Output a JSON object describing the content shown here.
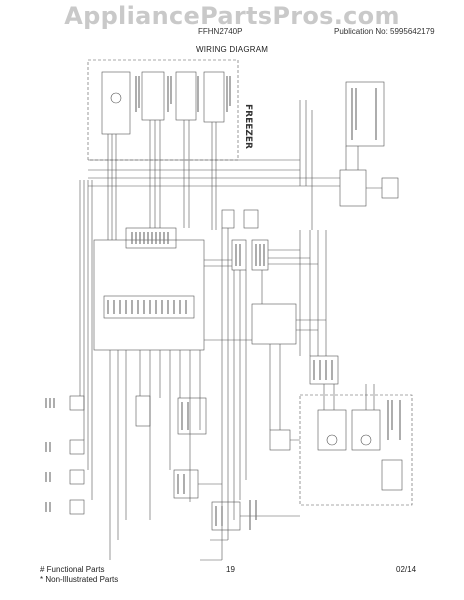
{
  "header": {
    "watermark": "AppliancePartsPros.com",
    "model": "FFHN2740P",
    "publication": "Publication No: 5995642179",
    "title": "WIRING DIAGRAM"
  },
  "diagram": {
    "freezer_label": "FREEZER",
    "line_color": "#555555"
  },
  "footer": {
    "functional": "# Functional Parts",
    "non_illustrated": "* Non-Illustrated Parts",
    "page": "19",
    "date": "02/14"
  }
}
